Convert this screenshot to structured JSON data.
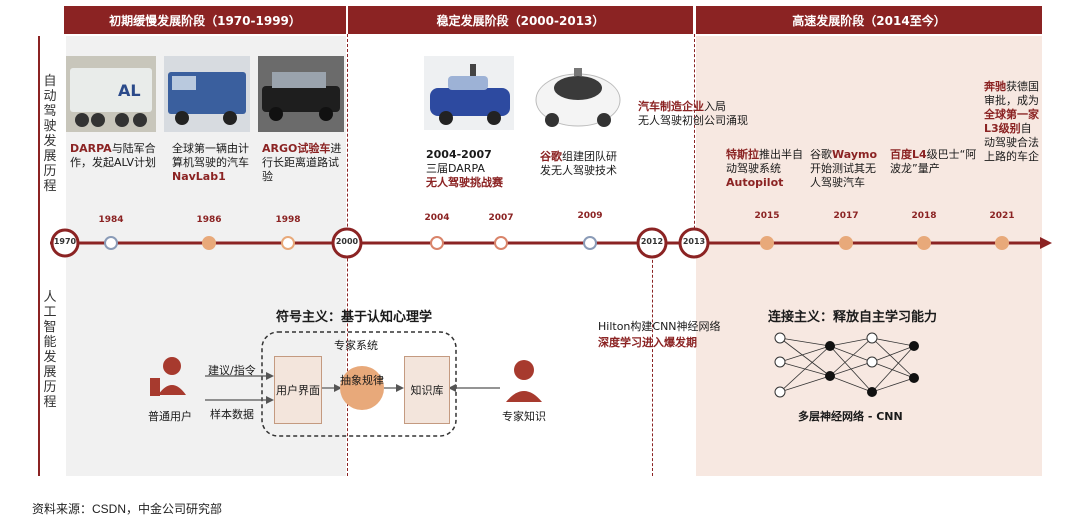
{
  "phases": [
    {
      "label": "初期缓慢发展阶段（1970-1999）"
    },
    {
      "label": "稳定发展阶段（2000-2013）"
    },
    {
      "label": "高速发展阶段（2014至今）"
    }
  ],
  "rows": {
    "top": "自动驾驶发展历程",
    "bottom": "人工智能发展历程"
  },
  "timeline": {
    "circles": [
      "1970",
      "2000",
      "2012",
      "2013"
    ],
    "years": [
      "1984",
      "1986",
      "1998",
      "2004",
      "2007",
      "2009",
      "2015",
      "2017",
      "2018",
      "2021"
    ]
  },
  "events": {
    "darpa": {
      "red": "DARPA",
      "text": "与陆军合作，发起ALV计划"
    },
    "navlab": {
      "text": "全球第一辆由计算机驾驶的汽车",
      "red": "NavLab1"
    },
    "argo": {
      "red": "ARGO试验车",
      "text": "进行长距离道路试验"
    },
    "challenge": {
      "line1": "2004-2007",
      "line2": "三届DARPA",
      "red": "无人驾驶挑战赛"
    },
    "google": {
      "red": "谷歌",
      "text": "组建团队研发无人驾驶技术"
    },
    "automakers": {
      "red": "汽车制造企业",
      "text1": "入局",
      "text2": "无人驾驶初创公司涌现"
    },
    "tesla": {
      "red": "特斯拉",
      "text": "推出半自动驾驶系统",
      "red2": "Autopilot"
    },
    "waymo": {
      "text": "谷歌",
      "red": "Waymo",
      "text2": "开始测试其无人驾驶汽车"
    },
    "baidu": {
      "red": "百度L4",
      "text": "级巴士“阿波龙”量产"
    },
    "benz": {
      "red": "奔驰",
      "text": "获德国审批，成为",
      "red2": "全球第一家L3级别",
      "text2": "自动驾驶合法上路的车企"
    }
  },
  "ai": {
    "symbolic_title": "符号主义：基于认知心理学",
    "expert_system": "专家系统",
    "user_label": "普通用户",
    "arrow_top": "建议/指令",
    "arrow_bottom": "样本数据",
    "ui_box": "用户界面",
    "abstract": "抽象规律",
    "knowledge": "知识库",
    "expert_label": "专家知识",
    "hilton": "Hilton构建CNN神经网络",
    "deep_learning": "深度学习进入爆发期",
    "connect_title": "连接主义：释放自主学习能力",
    "cnn_label": "多层神经网络 - CNN"
  },
  "source": "资料来源：CSDN，中金公司研究部",
  "colors": {
    "accent": "#8b2323",
    "light": "#f7e8e1",
    "grey": "#f1f1f1"
  }
}
